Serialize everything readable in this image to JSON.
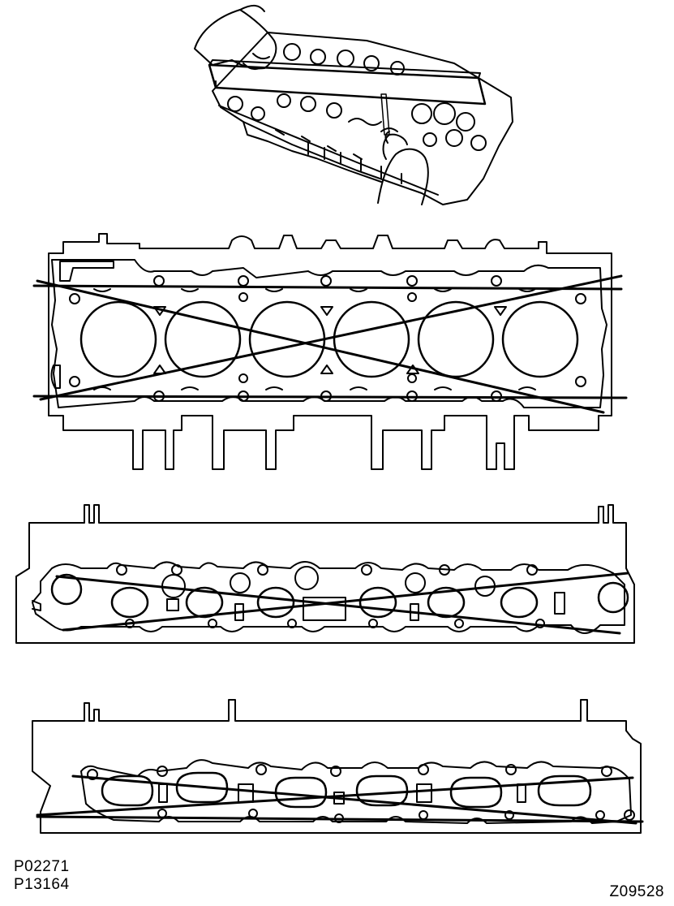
{
  "figure_codes": {
    "ref_1": "P02271",
    "ref_2": "P13164",
    "figure_id": "Z09528"
  },
  "panels": [
    {
      "name": "straightedge-measurement-illustration"
    },
    {
      "name": "cylinder-block-side-warpage-check"
    },
    {
      "name": "intake-manifold-side-warpage-check"
    },
    {
      "name": "exhaust-manifold-side-warpage-check"
    }
  ],
  "colors": {
    "line": "#000000",
    "background": "#ffffff"
  }
}
